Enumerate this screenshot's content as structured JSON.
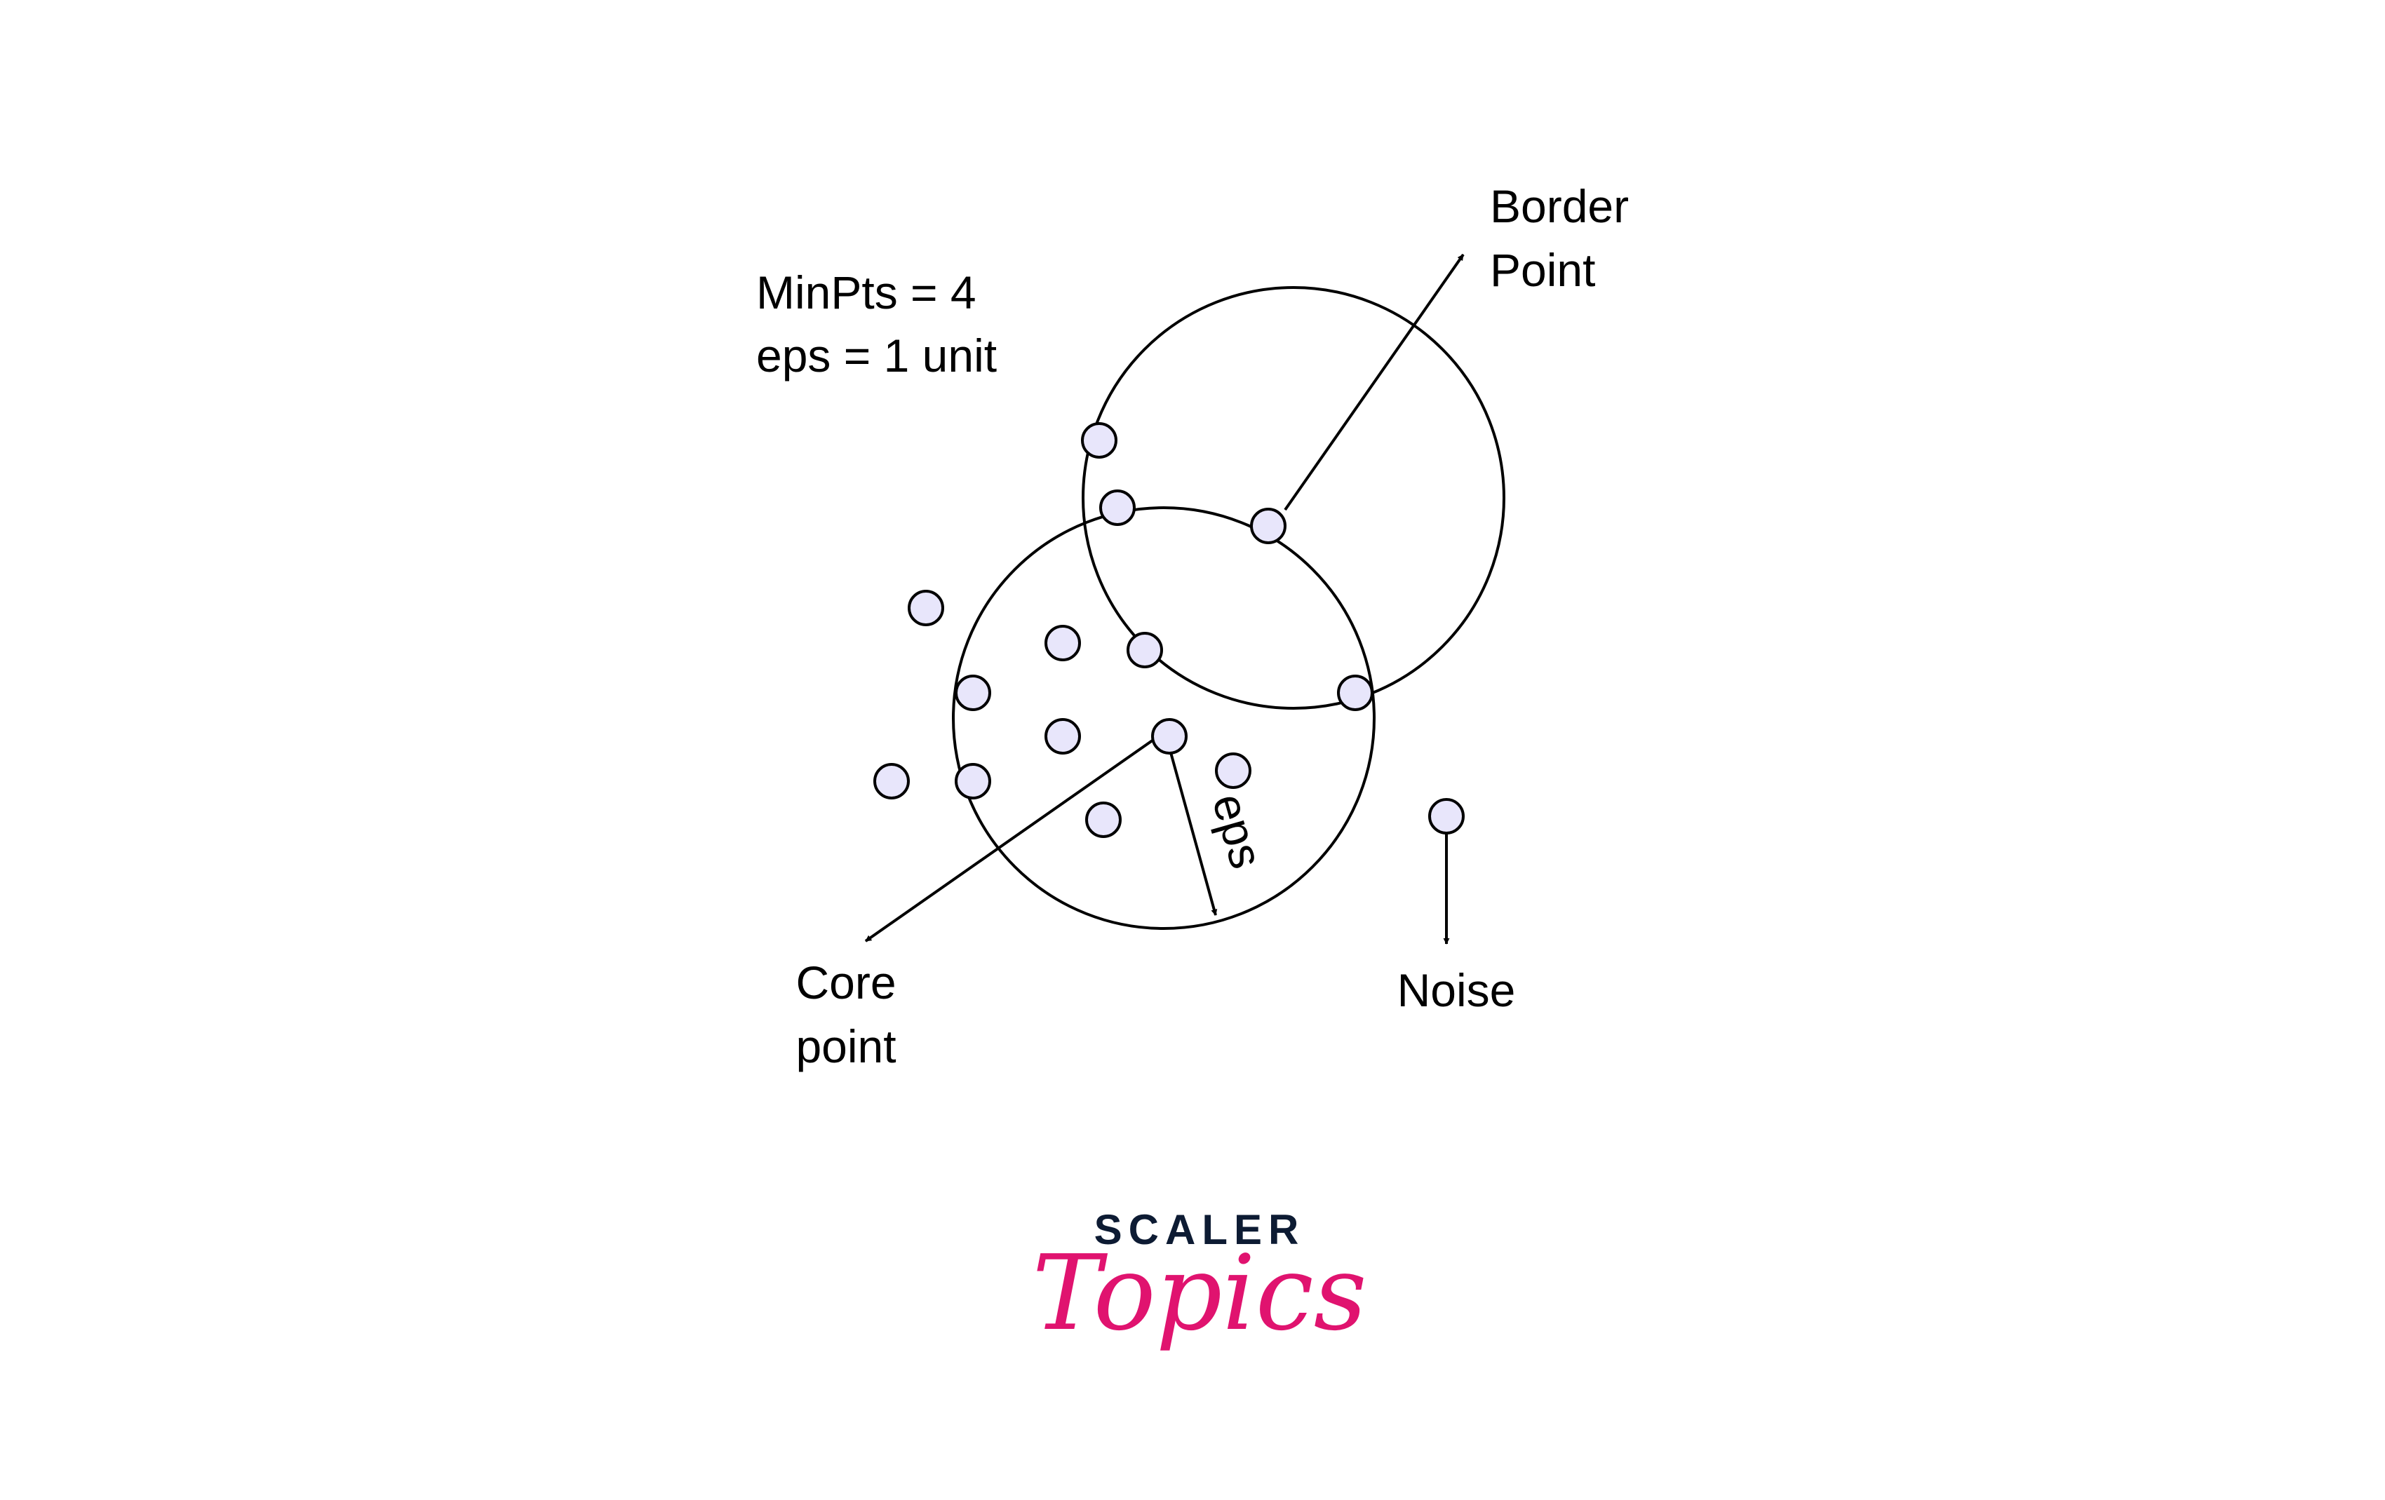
{
  "params": {
    "minpts": "MinPts = 4",
    "eps": "eps = 1 unit"
  },
  "labels": {
    "border_line1": "Border",
    "border_line2": "Point",
    "core_line1": "Core",
    "core_line2": "point",
    "noise": "Noise",
    "eps_radius": "eps"
  },
  "logo": {
    "brand": "SCALER",
    "product": "Topics"
  },
  "colors": {
    "point_fill": "#e8e6fb",
    "stroke": "#000000",
    "logo_navy": "#0d1b33",
    "logo_pink": "#e0136f"
  }
}
